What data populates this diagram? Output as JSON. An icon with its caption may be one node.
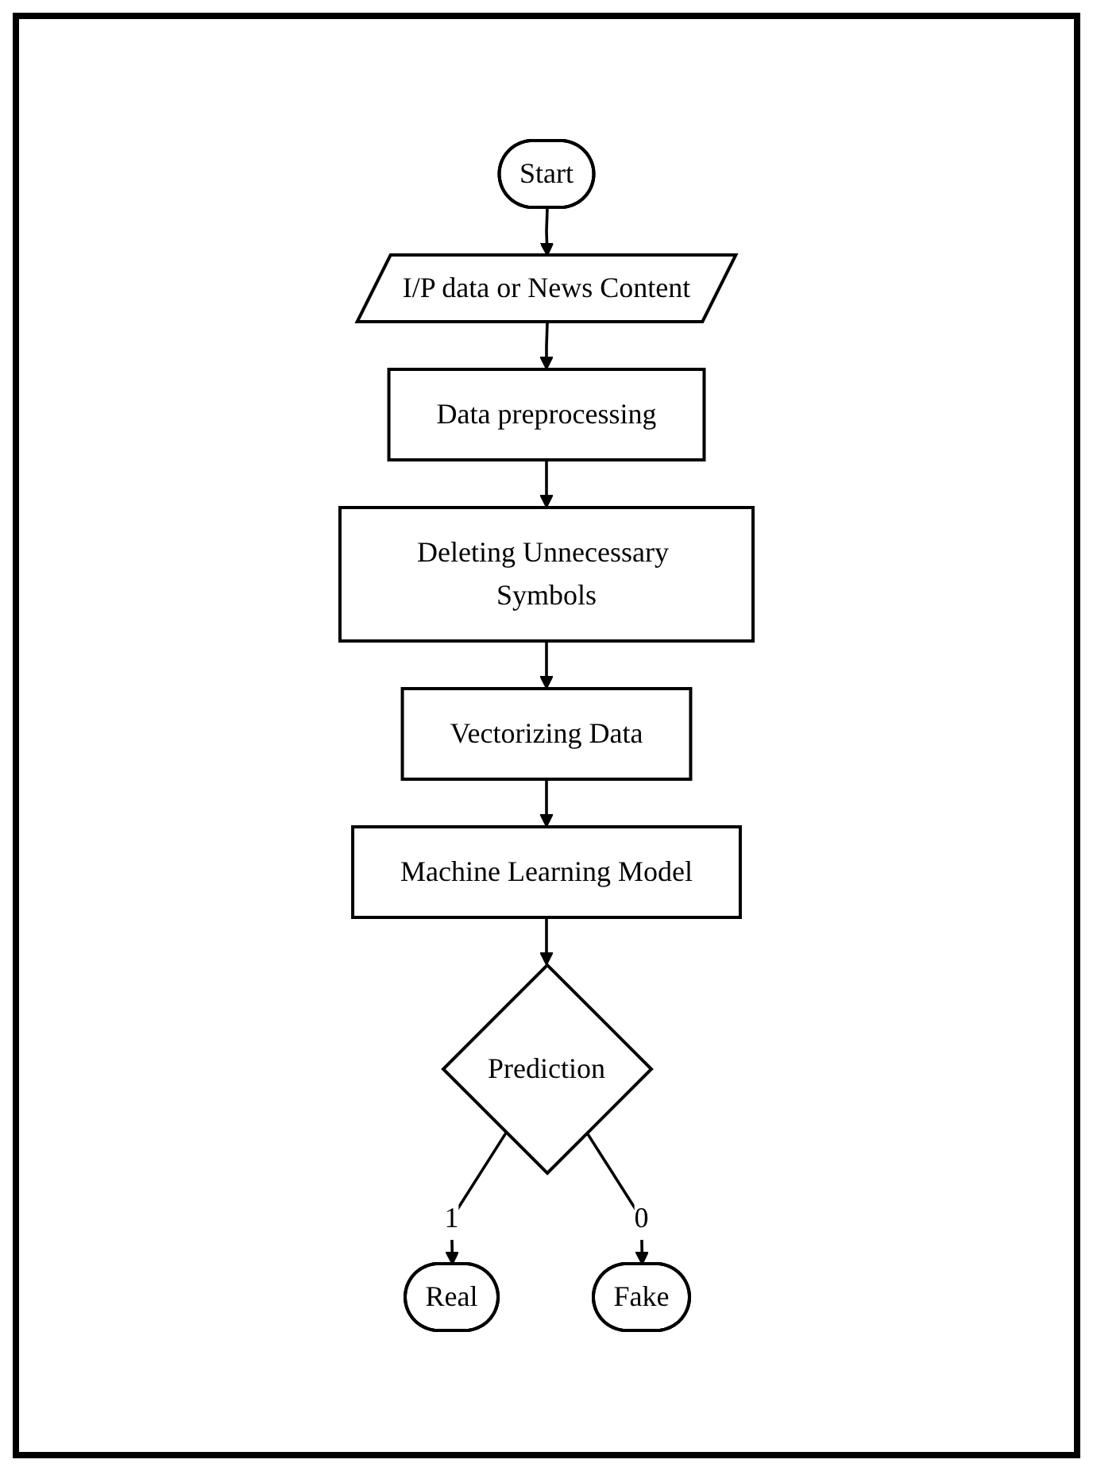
{
  "diagram": {
    "nodes": [
      {
        "text": [
          "Start"
        ]
      },
      {
        "text": [
          "I/P data or News Content"
        ]
      },
      {
        "text": [
          "Data preprocessing"
        ]
      },
      {
        "text": [
          "Deleting Unnecessary Symbols"
        ]
      },
      {
        "text": [
          "Vectorizing Data"
        ]
      },
      {
        "text": [
          "Machine Learning Model"
        ]
      },
      {
        "text": [
          "Prediction"
        ]
      },
      {
        "text": [
          "Real"
        ]
      },
      {
        "text": [
          "Fake"
        ]
      }
    ],
    "edges": [
      {
        "from": 0,
        "to": 1,
        "arrow": "to"
      },
      {
        "from": 1,
        "to": 2,
        "arrow": "to"
      },
      {
        "from": 2,
        "to": 3,
        "arrow": "to"
      },
      {
        "from": 3,
        "to": 4,
        "arrow": "to"
      },
      {
        "from": 4,
        "to": 5,
        "arrow": "to"
      },
      {
        "from": 5,
        "to": 6,
        "arrow": "to"
      },
      {
        "from": 6,
        "to": 7,
        "label": "1",
        "arrow": "to"
      },
      {
        "from": 6,
        "to": 8,
        "label": "0",
        "arrow": "to"
      }
    ]
  }
}
